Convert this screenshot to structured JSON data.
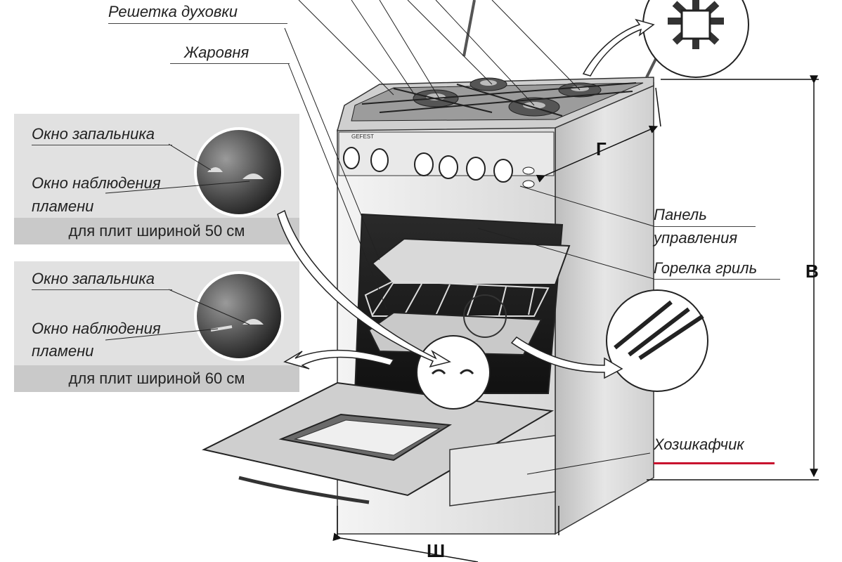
{
  "labels": {
    "oven_rack": "Решетка духовки",
    "roasting_pan": "Жаровня",
    "control_panel_line1": "Панель",
    "control_panel_line2": "управления",
    "grill_burner": "Горелка гриль",
    "utility_drawer": "Хозшкафчик"
  },
  "inset_50": {
    "igniter_window": "Окно запальника",
    "flame_window_line1": "Окно наблюдения",
    "flame_window_line2": "пламени",
    "caption": "для плит шириной 50 см"
  },
  "inset_60": {
    "igniter_window": "Окно запальника",
    "flame_window_line1": "Окно наблюдения",
    "flame_window_line2": "пламени",
    "caption": "для плит шириной 60 см"
  },
  "dimensions": {
    "height": "В",
    "depth": "Г",
    "width": "Ш"
  },
  "brand": "GEFEST",
  "colors": {
    "highlight_underline": "#c8102e",
    "panel_bg": "#e1e1e1",
    "caption_bg": "#c9c9c9"
  }
}
